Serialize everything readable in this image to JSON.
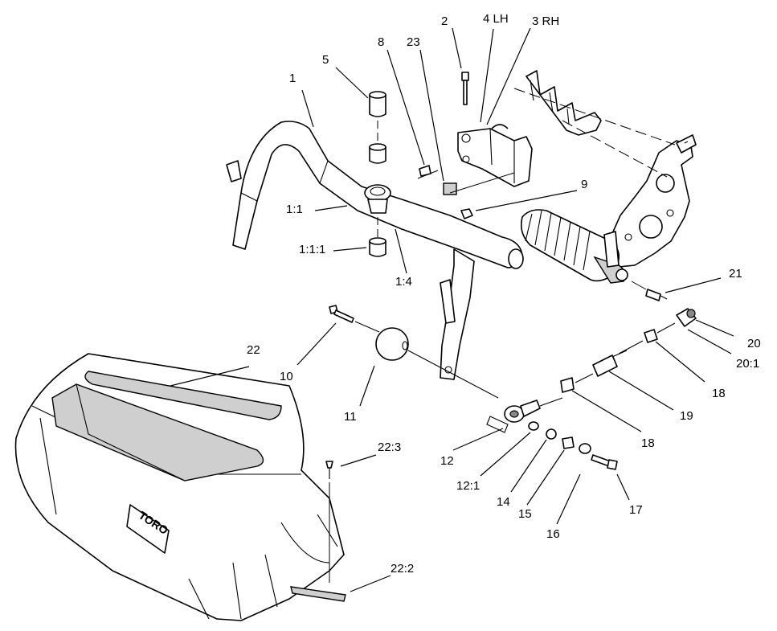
{
  "callouts": [
    {
      "id": "c-2",
      "text": "2"
    },
    {
      "id": "c-4lh",
      "text": "4 LH"
    },
    {
      "id": "c-3rh",
      "text": "3 RH"
    },
    {
      "id": "c-8",
      "text": "8"
    },
    {
      "id": "c-23",
      "text": "23"
    },
    {
      "id": "c-5",
      "text": "5"
    },
    {
      "id": "c-1",
      "text": "1"
    },
    {
      "id": "c-9",
      "text": "9"
    },
    {
      "id": "c-1-1",
      "text": "1:1"
    },
    {
      "id": "c-1-1-1",
      "text": "1:1:1"
    },
    {
      "id": "c-1-4",
      "text": "1:4"
    },
    {
      "id": "c-21",
      "text": "21"
    },
    {
      "id": "c-22",
      "text": "22"
    },
    {
      "id": "c-10",
      "text": "10"
    },
    {
      "id": "c-11",
      "text": "11"
    },
    {
      "id": "c-20",
      "text": "20"
    },
    {
      "id": "c-20-1",
      "text": "20:1"
    },
    {
      "id": "c-18a",
      "text": "18"
    },
    {
      "id": "c-19",
      "text": "19"
    },
    {
      "id": "c-18b",
      "text": "18"
    },
    {
      "id": "c-12",
      "text": "12"
    },
    {
      "id": "c-12-1",
      "text": "12:1"
    },
    {
      "id": "c-14",
      "text": "14"
    },
    {
      "id": "c-15",
      "text": "15"
    },
    {
      "id": "c-16",
      "text": "16"
    },
    {
      "id": "c-17",
      "text": "17"
    },
    {
      "id": "c-22-3",
      "text": "22:3"
    },
    {
      "id": "c-22-2",
      "text": "22:2"
    }
  ],
  "logo_text": "TORO"
}
